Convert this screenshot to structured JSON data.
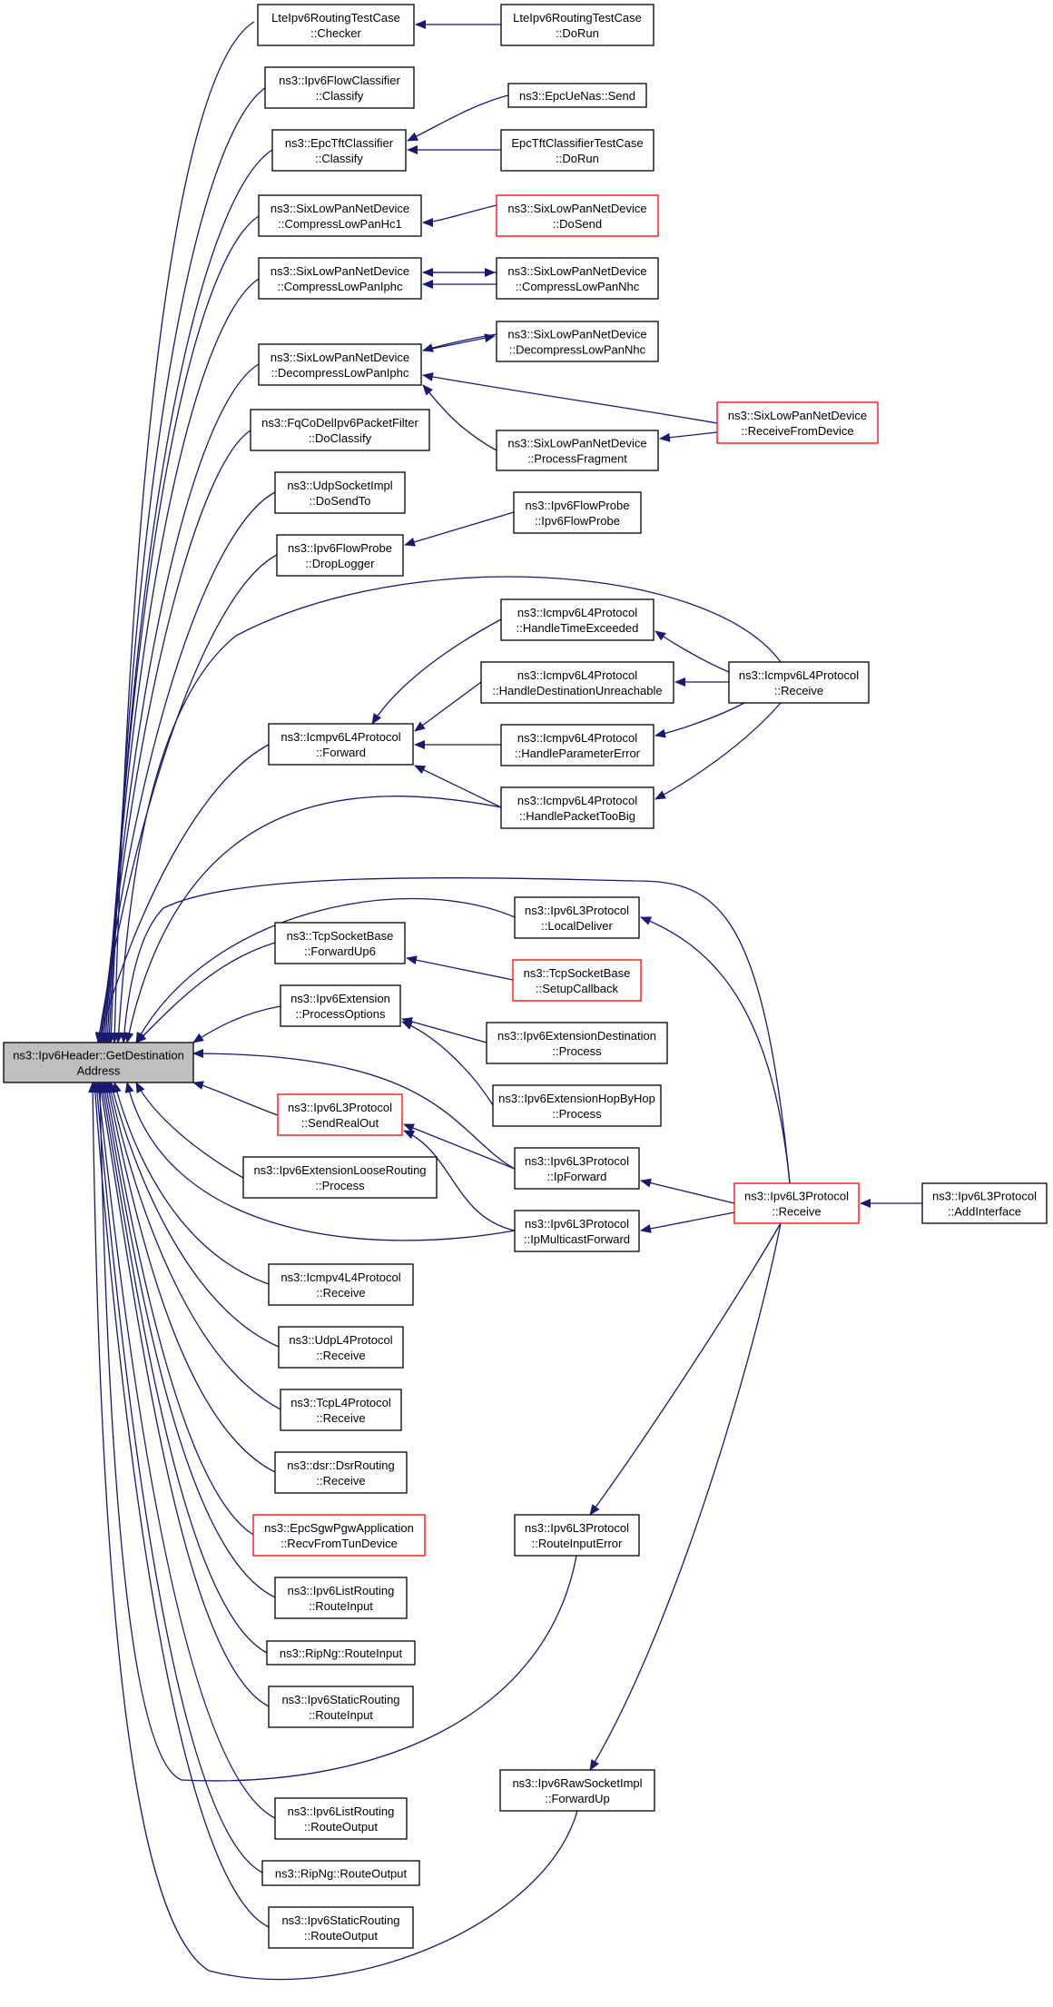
{
  "colors": {
    "edge": "#191970",
    "node_border": "#000000",
    "node_border_truncated": "#ff0000",
    "root_fill": "#bfbfbf",
    "node_fill": "#ffffff"
  },
  "nodes": [
    {
      "id": "root",
      "lines": [
        "ns3::Ipv6Header::GetDestination",
        "Address"
      ],
      "style": "root"
    },
    {
      "id": "lte_checker",
      "lines": [
        "LteIpv6RoutingTestCase",
        "::Checker"
      ],
      "style": "normal"
    },
    {
      "id": "lte_dorun",
      "lines": [
        "LteIpv6RoutingTestCase",
        "::DoRun"
      ],
      "style": "normal"
    },
    {
      "id": "flowclass",
      "lines": [
        "ns3::Ipv6FlowClassifier",
        "::Classify"
      ],
      "style": "normal"
    },
    {
      "id": "epctft",
      "lines": [
        "ns3::EpcTftClassifier",
        "::Classify"
      ],
      "style": "normal"
    },
    {
      "id": "epcue_send",
      "lines": [
        "ns3::EpcUeNas::Send"
      ],
      "style": "normal"
    },
    {
      "id": "epctft_dorun",
      "lines": [
        "EpcTftClassifierTestCase",
        "::DoRun"
      ],
      "style": "normal"
    },
    {
      "id": "comp_hc1",
      "lines": [
        "ns3::SixLowPanNetDevice",
        "::CompressLowPanHc1"
      ],
      "style": "normal"
    },
    {
      "id": "dosend",
      "lines": [
        "ns3::SixLowPanNetDevice",
        "::DoSend"
      ],
      "style": "truncated"
    },
    {
      "id": "comp_iphc",
      "lines": [
        "ns3::SixLowPanNetDevice",
        "::CompressLowPanIphc"
      ],
      "style": "normal"
    },
    {
      "id": "comp_nhc",
      "lines": [
        "ns3::SixLowPanNetDevice",
        "::CompressLowPanNhc"
      ],
      "style": "normal"
    },
    {
      "id": "decomp_iphc",
      "lines": [
        "ns3::SixLowPanNetDevice",
        "::DecompressLowPanIphc"
      ],
      "style": "normal"
    },
    {
      "id": "decomp_nhc",
      "lines": [
        "ns3::SixLowPanNetDevice",
        "::DecompressLowPanNhc"
      ],
      "style": "normal"
    },
    {
      "id": "recv_from_dev",
      "lines": [
        "ns3::SixLowPanNetDevice",
        "::ReceiveFromDevice"
      ],
      "style": "truncated"
    },
    {
      "id": "fqcodel",
      "lines": [
        "ns3::FqCoDelIpv6PacketFilter",
        "::DoClassify"
      ],
      "style": "normal"
    },
    {
      "id": "proc_frag",
      "lines": [
        "ns3::SixLowPanNetDevice",
        "::ProcessFragment"
      ],
      "style": "normal"
    },
    {
      "id": "udp_dosendto",
      "lines": [
        "ns3::UdpSocketImpl",
        "::DoSendTo"
      ],
      "style": "normal"
    },
    {
      "id": "flowprobe_ctor",
      "lines": [
        "ns3::Ipv6FlowProbe",
        "::Ipv6FlowProbe"
      ],
      "style": "normal"
    },
    {
      "id": "flowprobe_drop",
      "lines": [
        "ns3::Ipv6FlowProbe",
        "::DropLogger"
      ],
      "style": "normal"
    },
    {
      "id": "icmp_timeexc",
      "lines": [
        "ns3::Icmpv6L4Protocol",
        "::HandleTimeExceeded"
      ],
      "style": "normal"
    },
    {
      "id": "icmp_destunr",
      "lines": [
        "ns3::Icmpv6L4Protocol",
        "::HandleDestinationUnreachable"
      ],
      "style": "normal"
    },
    {
      "id": "icmp_receive",
      "lines": [
        "ns3::Icmpv6L4Protocol",
        "::Receive"
      ],
      "style": "normal"
    },
    {
      "id": "icmp_forward",
      "lines": [
        "ns3::Icmpv6L4Protocol",
        "::Forward"
      ],
      "style": "normal"
    },
    {
      "id": "icmp_paramerr",
      "lines": [
        "ns3::Icmpv6L4Protocol",
        "::HandleParameterError"
      ],
      "style": "normal"
    },
    {
      "id": "icmp_pkttoobig",
      "lines": [
        "ns3::Icmpv6L4Protocol",
        "::HandlePacketTooBig"
      ],
      "style": "normal"
    },
    {
      "id": "l3_localdeliver",
      "lines": [
        "ns3::Ipv6L3Protocol",
        "::LocalDeliver"
      ],
      "style": "normal"
    },
    {
      "id": "tcp_fwdup6",
      "lines": [
        "ns3::TcpSocketBase",
        "::ForwardUp6"
      ],
      "style": "normal"
    },
    {
      "id": "tcp_setupcb",
      "lines": [
        "ns3::TcpSocketBase",
        "::SetupCallback"
      ],
      "style": "truncated"
    },
    {
      "id": "ext_procopts",
      "lines": [
        "ns3::Ipv6Extension",
        "::ProcessOptions"
      ],
      "style": "normal"
    },
    {
      "id": "ext_dest_proc",
      "lines": [
        "ns3::Ipv6ExtensionDestination",
        "::Process"
      ],
      "style": "normal"
    },
    {
      "id": "ext_hop_proc",
      "lines": [
        "ns3::Ipv6ExtensionHopByHop",
        "::Process"
      ],
      "style": "normal"
    },
    {
      "id": "l3_sendrealout",
      "lines": [
        "ns3::Ipv6L3Protocol",
        "::SendRealOut"
      ],
      "style": "truncated"
    },
    {
      "id": "l3_ipforward",
      "lines": [
        "ns3::Ipv6L3Protocol",
        "::IpForward"
      ],
      "style": "normal"
    },
    {
      "id": "ext_loose_proc",
      "lines": [
        "ns3::Ipv6ExtensionLooseRouting",
        "::Process"
      ],
      "style": "normal"
    },
    {
      "id": "l3_receive",
      "lines": [
        "ns3::Ipv6L3Protocol",
        "::Receive"
      ],
      "style": "truncated"
    },
    {
      "id": "l3_addif",
      "lines": [
        "ns3::Ipv6L3Protocol",
        "::AddInterface"
      ],
      "style": "normal"
    },
    {
      "id": "l3_ipmcast",
      "lines": [
        "ns3::Ipv6L3Protocol",
        "::IpMulticastForward"
      ],
      "style": "normal"
    },
    {
      "id": "icmp4_receive",
      "lines": [
        "ns3::Icmpv4L4Protocol",
        "::Receive"
      ],
      "style": "normal"
    },
    {
      "id": "udp_receive",
      "lines": [
        "ns3::UdpL4Protocol",
        "::Receive"
      ],
      "style": "normal"
    },
    {
      "id": "tcp_receive",
      "lines": [
        "ns3::TcpL4Protocol",
        "::Receive"
      ],
      "style": "normal"
    },
    {
      "id": "dsr_receive",
      "lines": [
        "ns3::dsr::DsrRouting",
        "::Receive"
      ],
      "style": "normal"
    },
    {
      "id": "epcsgw",
      "lines": [
        "ns3::EpcSgwPgwApplication",
        "::RecvFromTunDevice"
      ],
      "style": "truncated"
    },
    {
      "id": "l3_routeinerr",
      "lines": [
        "ns3::Ipv6L3Protocol",
        "::RouteInputError"
      ],
      "style": "normal"
    },
    {
      "id": "list_routein",
      "lines": [
        "ns3::Ipv6ListRouting",
        "::RouteInput"
      ],
      "style": "normal"
    },
    {
      "id": "ripng_routein",
      "lines": [
        "ns3::RipNg::RouteInput"
      ],
      "style": "normal"
    },
    {
      "id": "static_routein",
      "lines": [
        "ns3::Ipv6StaticRouting",
        "::RouteInput"
      ],
      "style": "normal"
    },
    {
      "id": "raw_fwdup",
      "lines": [
        "ns3::Ipv6RawSocketImpl",
        "::ForwardUp"
      ],
      "style": "normal"
    },
    {
      "id": "list_routeout",
      "lines": [
        "ns3::Ipv6ListRouting",
        "::RouteOutput"
      ],
      "style": "normal"
    },
    {
      "id": "ripng_routeout",
      "lines": [
        "ns3::RipNg::RouteOutput"
      ],
      "style": "normal"
    },
    {
      "id": "static_routeout",
      "lines": [
        "ns3::Ipv6StaticRouting",
        "::RouteOutput"
      ],
      "style": "normal"
    }
  ]
}
